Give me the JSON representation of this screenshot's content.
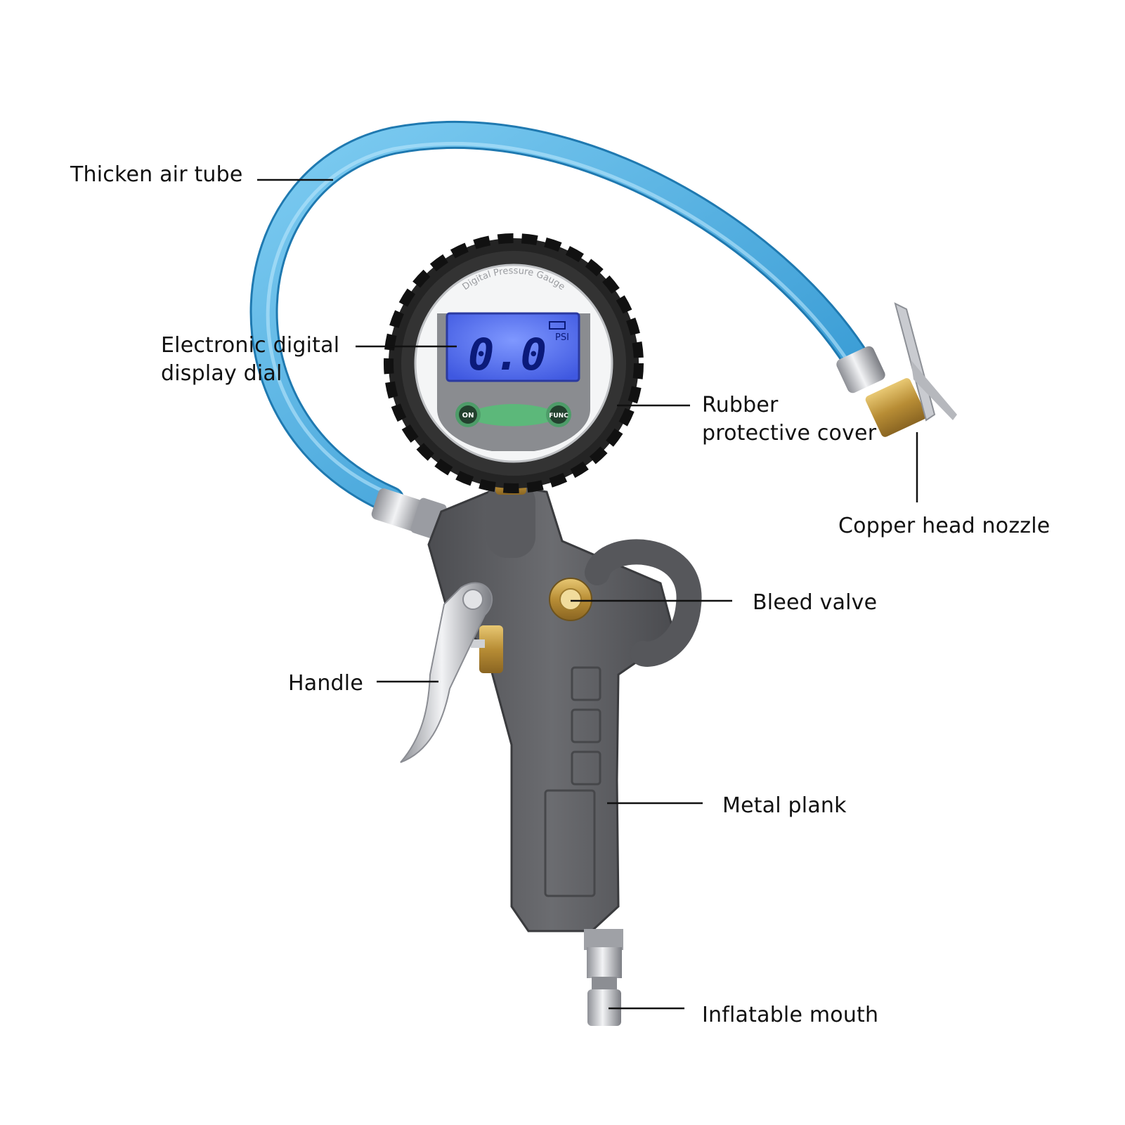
{
  "labels": {
    "tube": "Thicken air tube",
    "dial_line1": "Electronic digital",
    "dial_line2": "display dial",
    "rubber_line1": "Rubber",
    "rubber_line2": "protective cover",
    "copper": "Copper head nozzle",
    "bleed": "Bleed valve",
    "handle": "Handle",
    "metal": "Metal plank",
    "mouth": "Inflatable mouth"
  },
  "gauge": {
    "brand_arc": "Digital Pressure Gauge",
    "reading": "0.0",
    "unit": "PSI",
    "on_button": "ON",
    "func_button": "FUNC"
  },
  "colors": {
    "hose": "#3aa7df",
    "body": "#5e5f63",
    "rubber": "#2a2a2a",
    "lcd": "#4f6cf0",
    "brass": "#c8a24a",
    "buttons": "#5cb87a"
  }
}
